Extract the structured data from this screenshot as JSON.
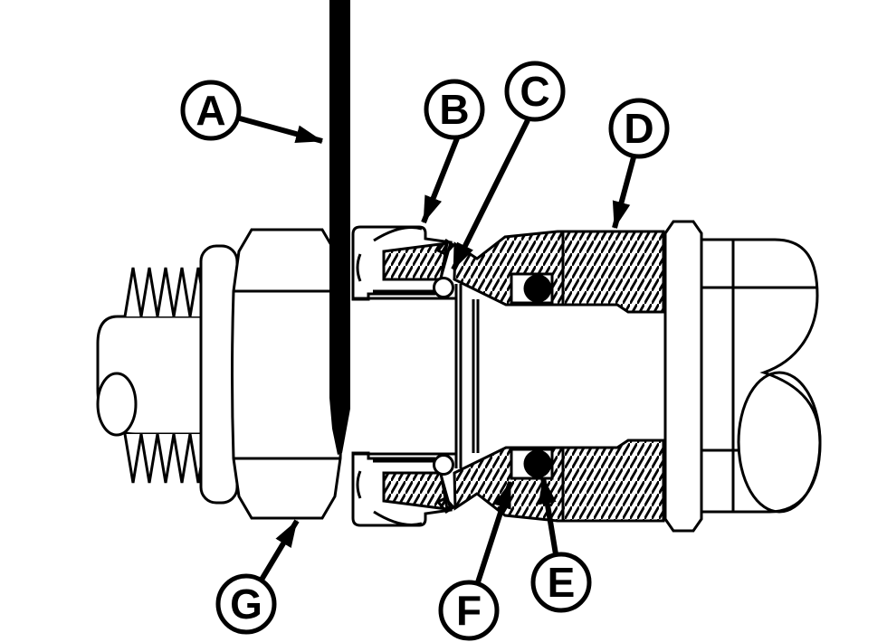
{
  "diagram": {
    "callouts": [
      {
        "letter": "A"
      },
      {
        "letter": "B"
      },
      {
        "letter": "C"
      },
      {
        "letter": "D"
      },
      {
        "letter": "E"
      },
      {
        "letter": "F"
      },
      {
        "letter": "G"
      }
    ],
    "colors": {
      "line": "#000000",
      "background": "#ffffff",
      "panel_fill": "#000000",
      "seal_fill": "#000000"
    }
  }
}
